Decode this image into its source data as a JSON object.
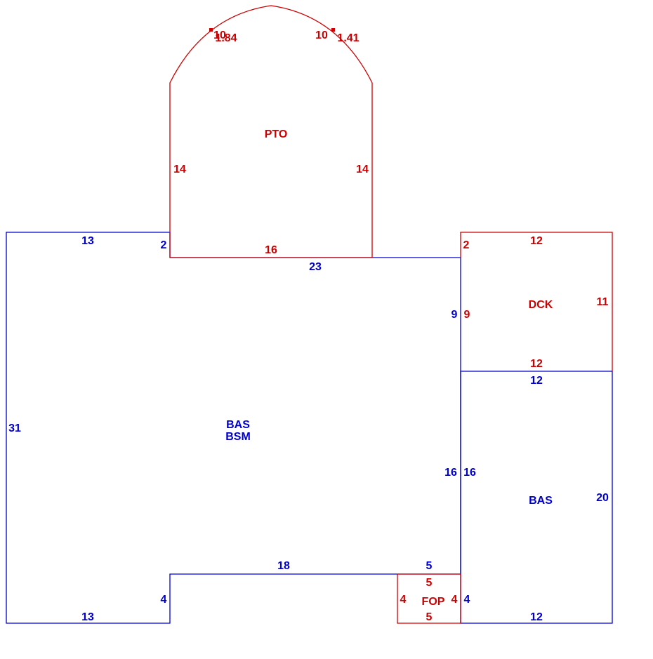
{
  "colors": {
    "main_area": "#0000cc",
    "exterior_area": "#cc0000",
    "background": "#ffffff"
  },
  "areas": {
    "main": {
      "code_1": "BAS",
      "code_2": "BSM"
    },
    "deck": {
      "code": "DCK"
    },
    "addition": {
      "code": "BAS"
    },
    "porch": {
      "code": "FOP"
    },
    "patio": {
      "code": "PTO"
    }
  },
  "dims": {
    "main_top_left": "13",
    "main_step_top": "2",
    "main_top_right": "23",
    "main_left": "31",
    "main_notch_top": "18",
    "main_notch_side": "4",
    "main_bottom_left": "13",
    "main_right_upper": "9",
    "main_right_lower": "16",
    "main_porch_edge": "5",
    "deck_left_step": "2",
    "deck_top": "12",
    "deck_left": "9",
    "deck_right": "11",
    "deck_bottom": "12",
    "addition_top": "12",
    "addition_left": "16",
    "addition_right": "20",
    "addition_bottom": "12",
    "addition_left_lower": "4",
    "porch_top": "5",
    "porch_left": "4",
    "porch_right": "4",
    "porch_bottom": "5",
    "patio_bottom": "16",
    "patio_left": "14",
    "patio_right": "14",
    "patio_arc_left_chord": "10",
    "patio_arc_left_rise": "1.84",
    "patio_arc_right_chord": "10",
    "patio_arc_right_rise": "1.41"
  }
}
